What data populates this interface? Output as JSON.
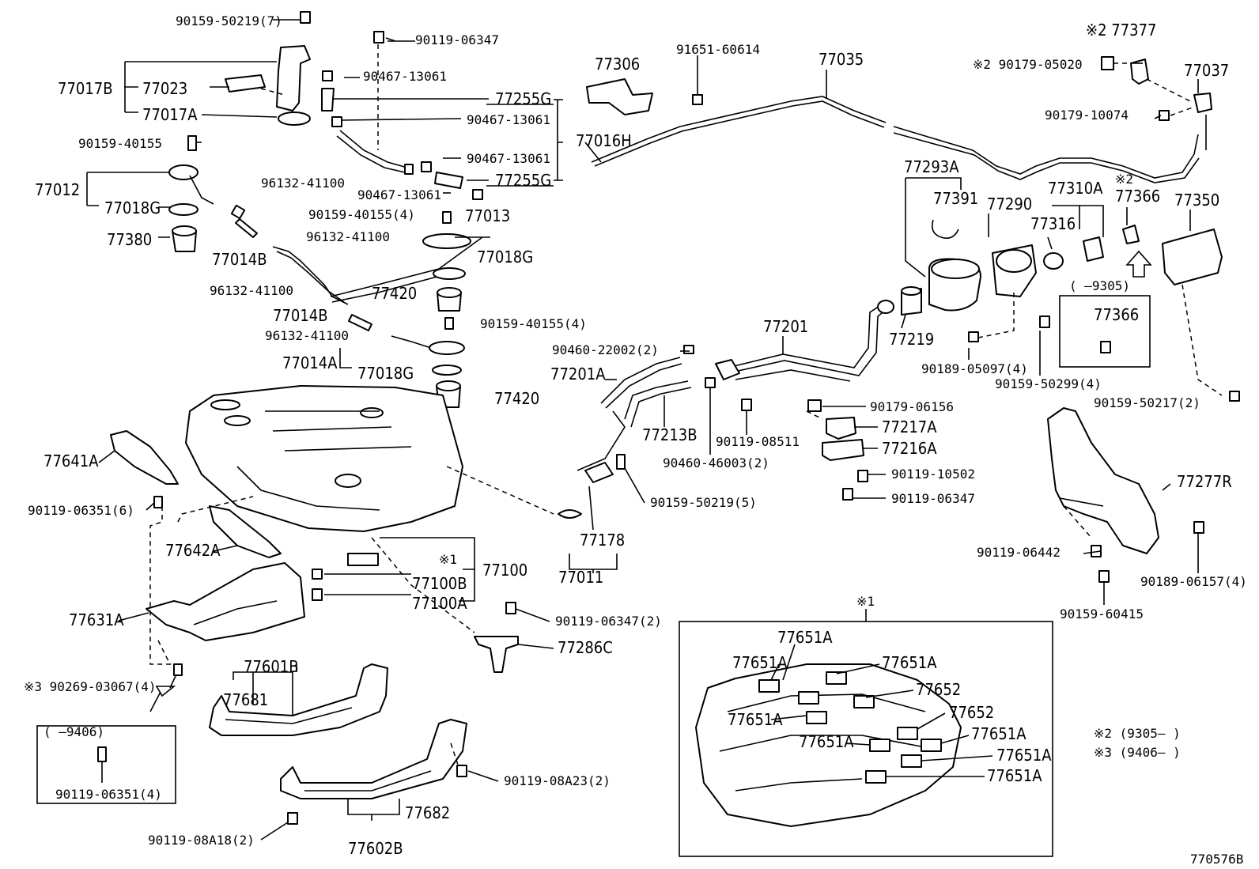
{
  "diagram_id": "770576B",
  "notes": {
    "note2": "※2 (9305–   )",
    "note3": "※3 (9406–   )",
    "mark1": "※1",
    "inset_left_range": "(   –9406)",
    "inset_right_range": "(   –9305)"
  },
  "labels": {
    "p90159_50219_7": "90159-50219(7)",
    "p90119_06347_a": "90119-06347",
    "p90467_13061_a": "90467-13061",
    "p77017B": "77017B",
    "p77023": "77023",
    "p77017A": "77017A",
    "p90159_40155": "90159-40155",
    "p77012": "77012",
    "p77018G_a": "77018G",
    "p77380": "77380",
    "p96132_41100_a": "96132-41100",
    "p77014B_a": "77014B",
    "p96132_41100_b": "96132-41100",
    "p96132_41100_c": "96132-41100",
    "p77014B_b": "77014B",
    "p96132_41100_d": "96132-41100",
    "p77014A": "77014A",
    "p77018G_c": "77018G",
    "p77255G_a": "77255G",
    "p90467_13061_b": "90467-13061",
    "p77016H": "77016H",
    "p90467_13061_c": "90467-13061",
    "p77255G_b": "77255G",
    "p90467_13061_d": "90467-13061",
    "p90159_40155_4a": "90159-40155(4)",
    "p77013": "77013",
    "p77018G_b": "77018G",
    "p77420_a": "77420",
    "p90159_40155_4b": "90159-40155(4)",
    "p77420_b": "77420",
    "p77306": "77306",
    "p91651_60614": "91651-60614",
    "p77035": "77035",
    "p77377": "※2 77377",
    "p90179_05020": "※2 90179-05020",
    "p77037": "77037",
    "p90179_10074": "90179-10074",
    "p77293A": "77293A",
    "p77391": "77391",
    "p77290": "77290",
    "p77310A": "77310A",
    "p77316": "77316",
    "p77366_mark": "※2",
    "p77366_a": "77366",
    "p77350": "77350",
    "p77366_b": "77366",
    "p77219": "77219",
    "p77201": "77201",
    "p90189_05097": "90189-05097(4)",
    "p90159_50299": "90159-50299(4)",
    "p90159_50217": "90159-50217(2)",
    "p90460_22002": "90460-22002(2)",
    "p77201A": "77201A",
    "p77213B": "77213B",
    "p90119_08511": "90119-08511",
    "p90460_46003": "90460-46003(2)",
    "p90179_06156": "90179-06156",
    "p77217A": "77217A",
    "p77216A": "77216A",
    "p90119_10502": "90119-10502",
    "p90119_06347_b": "90119-06347",
    "p77277R": "77277R",
    "p90159_50219_5": "90159-50219(5)",
    "p77178": "77178",
    "p77011": "77011",
    "p90119_06442": "90119-06442",
    "p90189_06157": "90189-06157(4)",
    "p90159_60415": "90159-60415",
    "p77641A": "77641A",
    "p90119_06351_6": "90119-06351(6)",
    "p77642A": "77642A",
    "p77100": "77100",
    "p77100B": "77100B",
    "p77100A": "77100A",
    "p77631A": "77631A",
    "p90119_06347_2": "90119-06347(2)",
    "p77286C": "77286C",
    "p77601B": "77601B",
    "p77681": "77681",
    "p90269_03067": "※3 90269-03067(4)",
    "p90119_06351_4": "90119-06351(4)",
    "p90119_08A23": "90119-08A23(2)",
    "p77682": "77682",
    "p90119_08A18": "90119-08A18(2)",
    "p77602B": "77602B",
    "p77651A_1": "77651A",
    "p77651A_2": "77651A",
    "p77651A_3": "77651A",
    "p77652_1": "77652",
    "p77651A_4": "77651A",
    "p77652_2": "77652",
    "p77651A_5": "77651A",
    "p77651A_6": "77651A",
    "p77651A_7": "77651A",
    "p77651A_8": "77651A"
  }
}
